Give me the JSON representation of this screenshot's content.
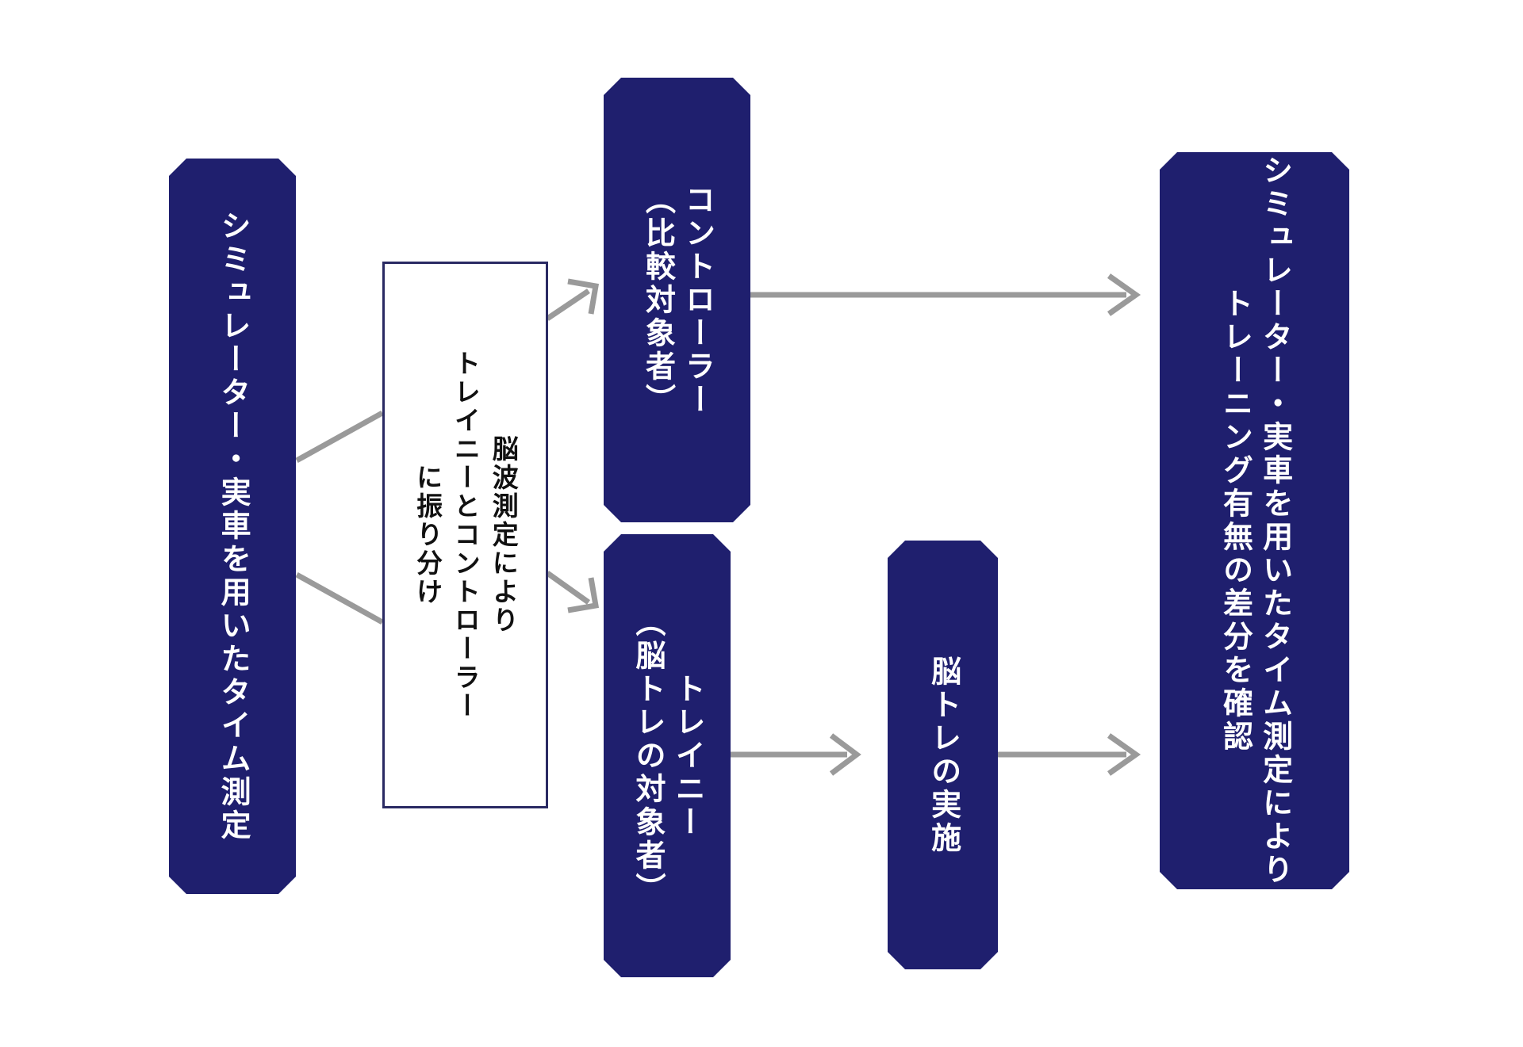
{
  "diagram": {
    "title": "脳波測定によるトレーニー・コントローラー振り分け実験フロー",
    "background_color": "#ffffff",
    "node_fill_color": "#1f1f6e",
    "node_text_color": "#ffffff",
    "whitebox_border_color": "#2a2a63",
    "whitebox_text_color": "#111111",
    "connector_color": "#9a9a9a",
    "nodes": [
      {
        "id": "measure-time",
        "name": "simulator-time-measurement",
        "label": "シミュレーター・実車を用いたタイム測定",
        "shape": "octagon",
        "fill": "#1f1f6e"
      },
      {
        "id": "assignment",
        "name": "eeg-assignment",
        "label": "脳波測定により\nトレイニーとコントローラー\nに振り分け",
        "shape": "rectangle",
        "fill": "#ffffff"
      },
      {
        "id": "controller",
        "name": "controller-group",
        "label": "コントローラー\n（比較対象者）",
        "shape": "octagon",
        "fill": "#1f1f6e"
      },
      {
        "id": "trainee",
        "name": "trainee-group",
        "label": "トレイニー\n（脳トレの対象者）",
        "shape": "octagon",
        "fill": "#1f1f6e"
      },
      {
        "id": "braintraining",
        "name": "brain-training-execution",
        "label": "脳トレの実施",
        "shape": "octagon",
        "fill": "#1f1f6e"
      },
      {
        "id": "result",
        "name": "result-verification",
        "label": "シミュレーター・実車を用いたタイム測定によりトレーニング有無の差分を確認",
        "shape": "octagon",
        "fill": "#1f1f6e"
      }
    ],
    "connectors": [
      {
        "id": "c1",
        "name": "connector-measure-to-assignment-upper",
        "from": "measure-time",
        "to": "assignment",
        "style": "plain-line"
      },
      {
        "id": "c2",
        "name": "connector-measure-to-assignment-lower",
        "from": "measure-time",
        "to": "assignment",
        "style": "plain-line"
      },
      {
        "id": "c3",
        "name": "connector-assignment-to-controller",
        "from": "assignment",
        "to": "controller",
        "style": "arrow"
      },
      {
        "id": "c4",
        "name": "connector-assignment-to-trainee",
        "from": "assignment",
        "to": "trainee",
        "style": "arrow"
      },
      {
        "id": "c5",
        "name": "connector-controller-to-result",
        "from": "controller",
        "to": "result",
        "style": "arrow"
      },
      {
        "id": "c6",
        "name": "connector-trainee-to-braintraining",
        "from": "trainee",
        "to": "braintraining",
        "style": "arrow"
      },
      {
        "id": "c7",
        "name": "connector-braintraining-to-result",
        "from": "braintraining",
        "to": "result",
        "style": "arrow"
      }
    ]
  }
}
